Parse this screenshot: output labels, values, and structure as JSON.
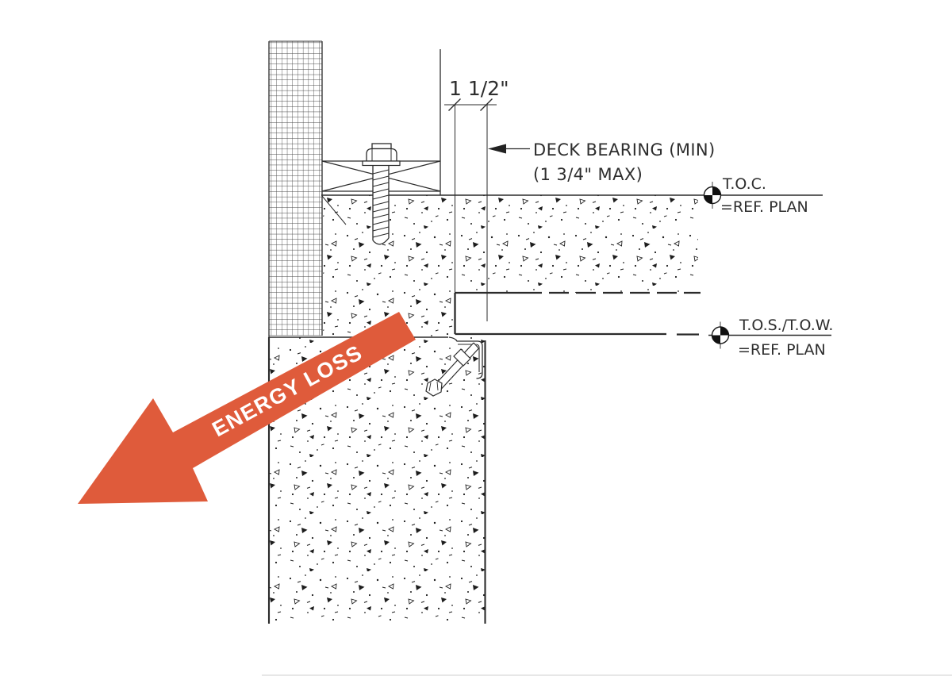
{
  "colors": {
    "arrow": "#df5b3b",
    "ink": "#2b2b2b",
    "arrow_text": "#ffffff"
  },
  "labels": {
    "dimension": "1 1/2\"",
    "deck_bearing_1": "DECK BEARING (MIN)",
    "deck_bearing_2": "(1 3/4\" MAX)",
    "toc": "T.O.C.",
    "toc_ref": "=REF. PLAN",
    "tos": "T.O.S./T.O.W.",
    "tos_ref": "=REF. PLAN",
    "energy_loss": "ENERGY LOSS"
  },
  "icons": {
    "datum_target": "datum-target-icon",
    "leader_arrowhead": "leader-arrowhead-icon",
    "energy_arrow": "energy-loss-arrow"
  }
}
